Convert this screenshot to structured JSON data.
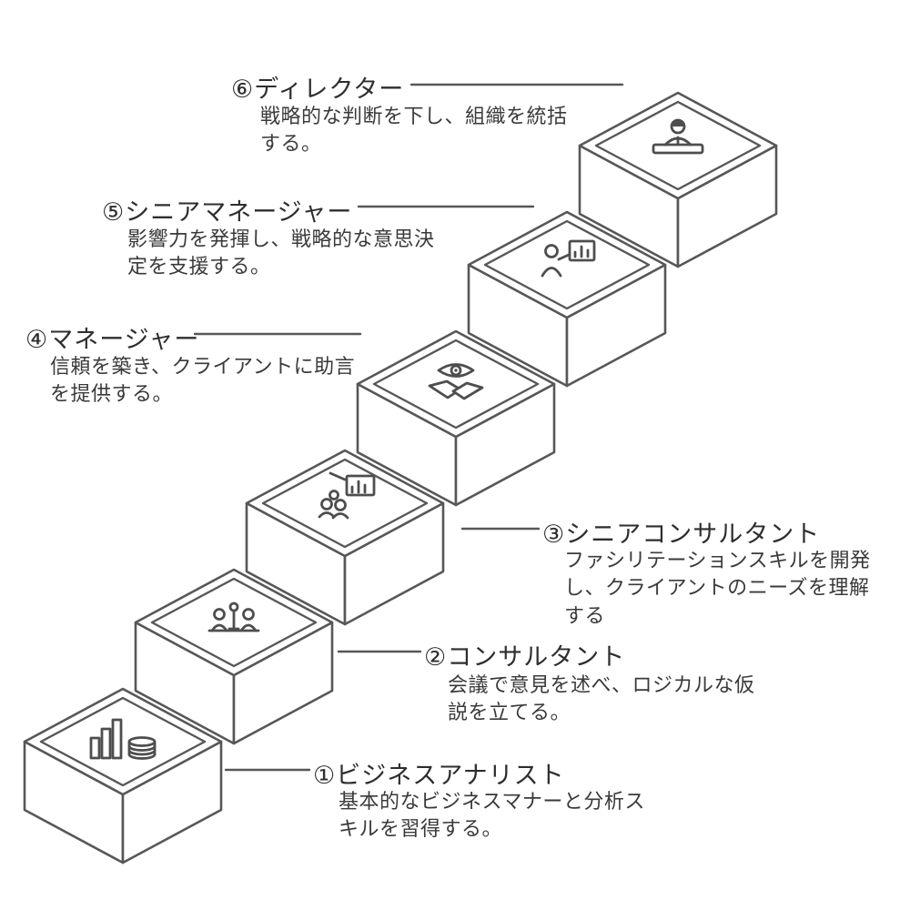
{
  "diagram": {
    "type": "career-ladder-staircase",
    "title": "",
    "colors": {
      "stroke": "#575757",
      "text": "#3a3a3a",
      "background": "#ffffff"
    },
    "steps": [
      {
        "num": "①",
        "title": "①ビジネスアナリスト",
        "description": "基本的なビジネスマナーと分析スキルを習得する。",
        "icon": "bar-chart-coins-icon"
      },
      {
        "num": "②",
        "title": "②コンサルタント",
        "description": "会議で意見を述べ、ロジカルな仮説を立てる。",
        "icon": "meeting-idea-icon"
      },
      {
        "num": "③",
        "title": "③シニアコンサルタント",
        "description": "ファシリテーションスキルを開発し、クライアントのニーズを理解する",
        "icon": "team-whiteboard-icon"
      },
      {
        "num": "④",
        "title": "④マネージャー",
        "description": "信頼を築き、クライアントに助言を提供する。",
        "icon": "trust-handshake-icon"
      },
      {
        "num": "⑤",
        "title": "⑤シニアマネージャー",
        "description": "影響力を発揮し、戦略的な意思決定を支援する。",
        "icon": "presenter-chart-icon"
      },
      {
        "num": "⑥",
        "title": "⑥ディレクター",
        "description": "戦略的な判断を下し、組織を統括する。",
        "icon": "director-desk-icon"
      }
    ]
  }
}
